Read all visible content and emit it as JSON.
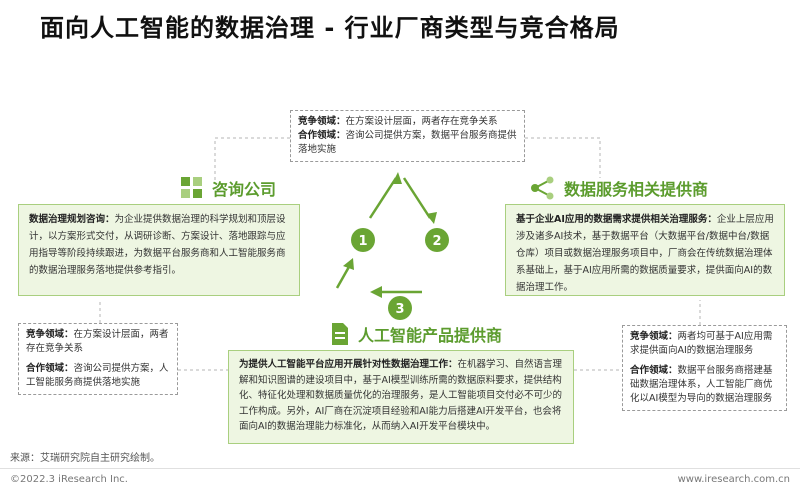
{
  "title": "面向人工智能的数据治理 - 行业厂商类型与竞合格局",
  "top_box": {
    "line1_label": "竞争领域：",
    "line1_text": "在方案设计层面，两者存在竞争关系",
    "line2_label": "合作领域：",
    "line2_text": "咨询公司提供方案，数据平台服务商提供落地实施"
  },
  "left_box": {
    "line1_label": "竞争领域：",
    "line1_text": "在方案设计层面，两者存在竞争关系",
    "line2_label": "合作领域：",
    "line2_text": "咨询公司提供方案，人工智能服务商提供落地实施"
  },
  "right_box": {
    "line1_label": "竞争领域：",
    "line1_text": "两者均可基于AI应用需求提供面向AI的数据治理服务",
    "line2_label": "合作领域：",
    "line2_text": "数据平台服务商搭建基础数据治理体系，人工智能厂商优化以AI模型为导向的数据治理服务"
  },
  "consulting": {
    "heading": "咨询公司",
    "bold": "数据治理规划咨询：",
    "text": "为企业提供数据治理的科学规划和顶层设计，以方案形式交付，从调研诊断、方案设计、落地跟踪与应用指导等阶段持续跟进，为数据平台服务商和人工智能服务商的数据治理服务落地提供参考指引。"
  },
  "data_service": {
    "heading": "数据服务相关提供商",
    "bold": "基于企业AI应用的数据需求提供相关治理服务：",
    "text": "企业上层应用涉及诸多AI技术，基于数据平台（大数据平台/数据中台/数据仓库）项目或数据治理服务项目中，厂商会在传统数据治理体系基础上，基于AI应用所需的数据质量要求，提供面向AI的数据治理工作。"
  },
  "ai_product": {
    "heading": "人工智能产品提供商",
    "bold": "为提供人工智能平台应用开展针对性数据治理工作：",
    "text": "在机器学习、自然语言理解和知识图谱的建设项目中，基于AI模型训练所需的数据原料要求，提供结构化、特征化处理和数据质量优化的治理服务，是人工智能项目交付必不可少的工作构成。另外，AI厂商在沉淀项目经验和AI能力后搭建AI开发平台，也会将面向AI的数据治理能力标准化，从而纳入AI开发平台模块中。"
  },
  "cycle": {
    "n1": "1",
    "n2": "2",
    "n3": "3"
  },
  "footer": {
    "source": "来源：艾瑞研究院自主研究绘制。",
    "copyright": "©2022.3 iResearch Inc.",
    "site": "www.iresearch.com.cn"
  },
  "colors": {
    "green": "#6aa534",
    "light_green_bg": "#eef6e2",
    "dashed": "#9a9a9a"
  },
  "icons": {
    "consulting": "grid-squares-icon",
    "data_service": "network-nodes-icon",
    "ai_product": "document-icon"
  }
}
